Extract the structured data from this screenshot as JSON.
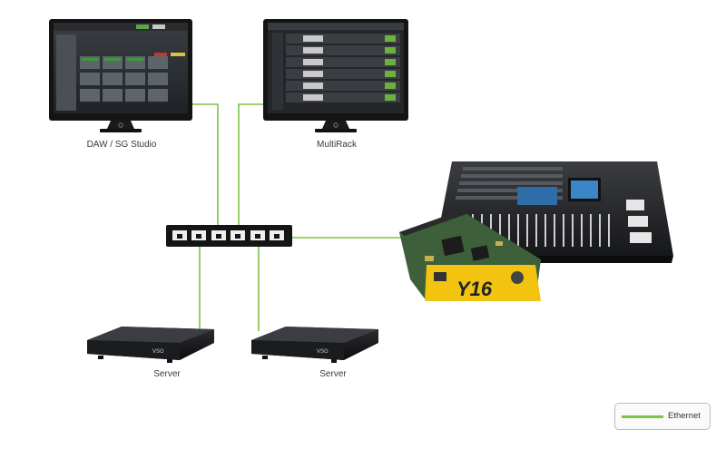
{
  "nodes": {
    "daw": {
      "label": "DAW / SG Studio"
    },
    "multirack": {
      "label": "MultiRack"
    },
    "server_a": {
      "label": "Server"
    },
    "server_b": {
      "label": "Server"
    }
  },
  "card": {
    "model": "Y16"
  },
  "legend": {
    "ethernet_label": "Ethernet"
  },
  "colors": {
    "ethernet": "#7dc242",
    "device_dark": "#1a1a1a",
    "card_yellow": "#f2c40f",
    "card_pcb": "#3d5f3a"
  }
}
